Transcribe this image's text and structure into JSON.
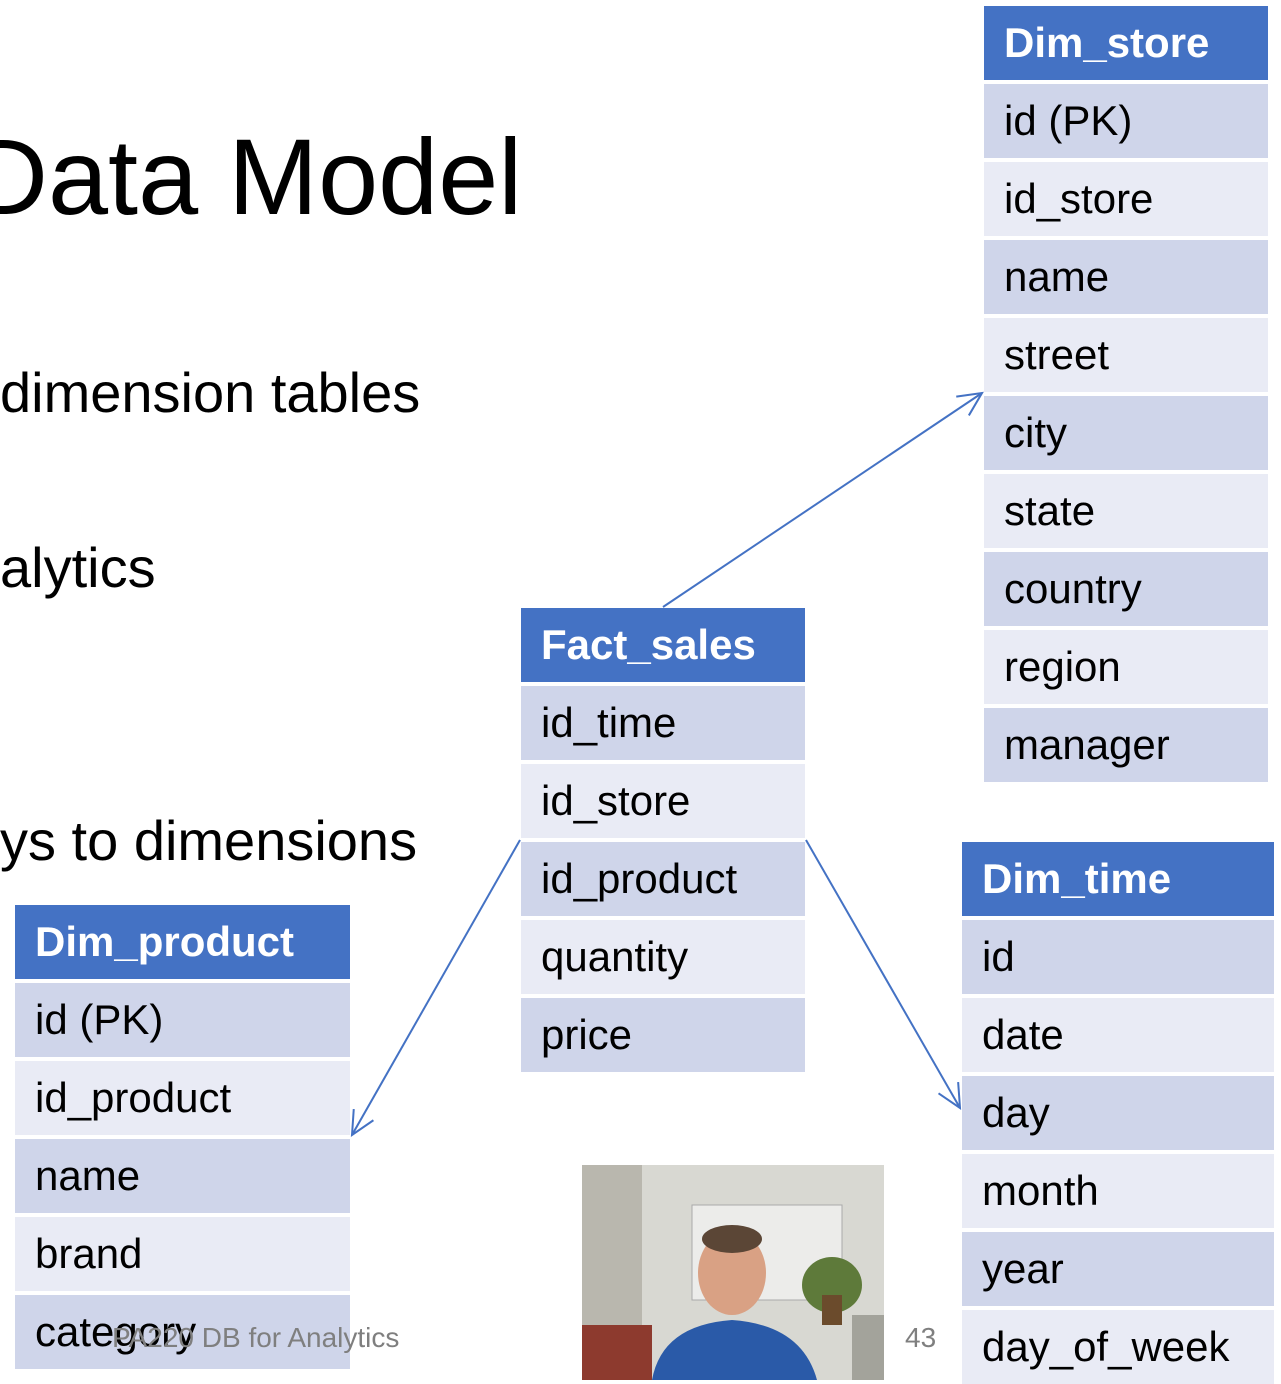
{
  "slide": {
    "title": "Data Model",
    "bullets": [
      "dimension tables",
      "alytics",
      "ys to dimensions"
    ],
    "footer_text": "PA220 DB for Analytics",
    "page_number": "43"
  },
  "colors": {
    "header": "#4472c4",
    "row_dark": "#cfd5ea",
    "row_light": "#e9ebf5",
    "connector": "#4472c4"
  },
  "tables": {
    "fact_sales": {
      "header": "Fact_sales",
      "rows": [
        "id_time",
        "id_store",
        "id_product",
        "quantity",
        "price"
      ]
    },
    "dim_store": {
      "header": "Dim_store",
      "rows": [
        "id (PK)",
        "id_store",
        "name",
        "street",
        "city",
        "state",
        "country",
        "region",
        "manager"
      ]
    },
    "dim_time": {
      "header": "Dim_time",
      "rows": [
        "id",
        "date",
        "day",
        "month",
        "year",
        "day_of_week"
      ]
    },
    "dim_product": {
      "header": "Dim_product",
      "rows": [
        "id (PK)",
        "id_product",
        "name",
        "brand",
        "category"
      ]
    }
  },
  "webcam": {
    "description_icon": "presenter-video-icon"
  }
}
